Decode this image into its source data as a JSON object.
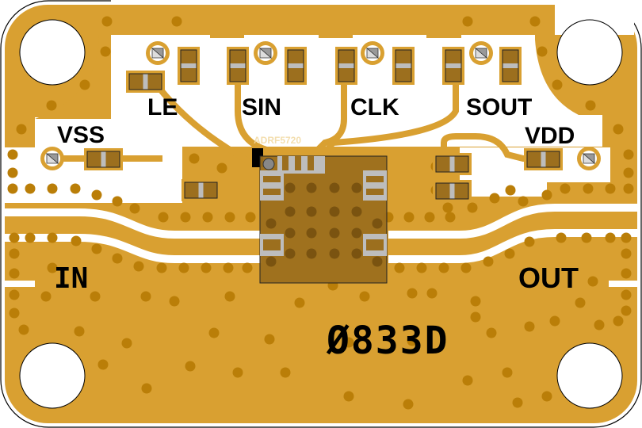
{
  "board": {
    "part_number": "ADRF5720",
    "board_id": "Ø833D",
    "board_id_chars": [
      "Ø",
      "8",
      "3",
      "3",
      "D"
    ]
  },
  "labels": {
    "le": "LE",
    "sin": "SIN",
    "clk": "CLK",
    "sout": "SOUT",
    "vss": "VSS",
    "vdd": "VDD",
    "rf_in": "IN",
    "rf_out": "OUT"
  },
  "colors": {
    "copper": "#D9A031",
    "via": "#BA7E08",
    "chip_body": "#9C6F1E",
    "component": "#9C6F1E",
    "pad_gray": "#BDBDBD",
    "substrate": "#FFFFFF",
    "outline": "#000000"
  }
}
